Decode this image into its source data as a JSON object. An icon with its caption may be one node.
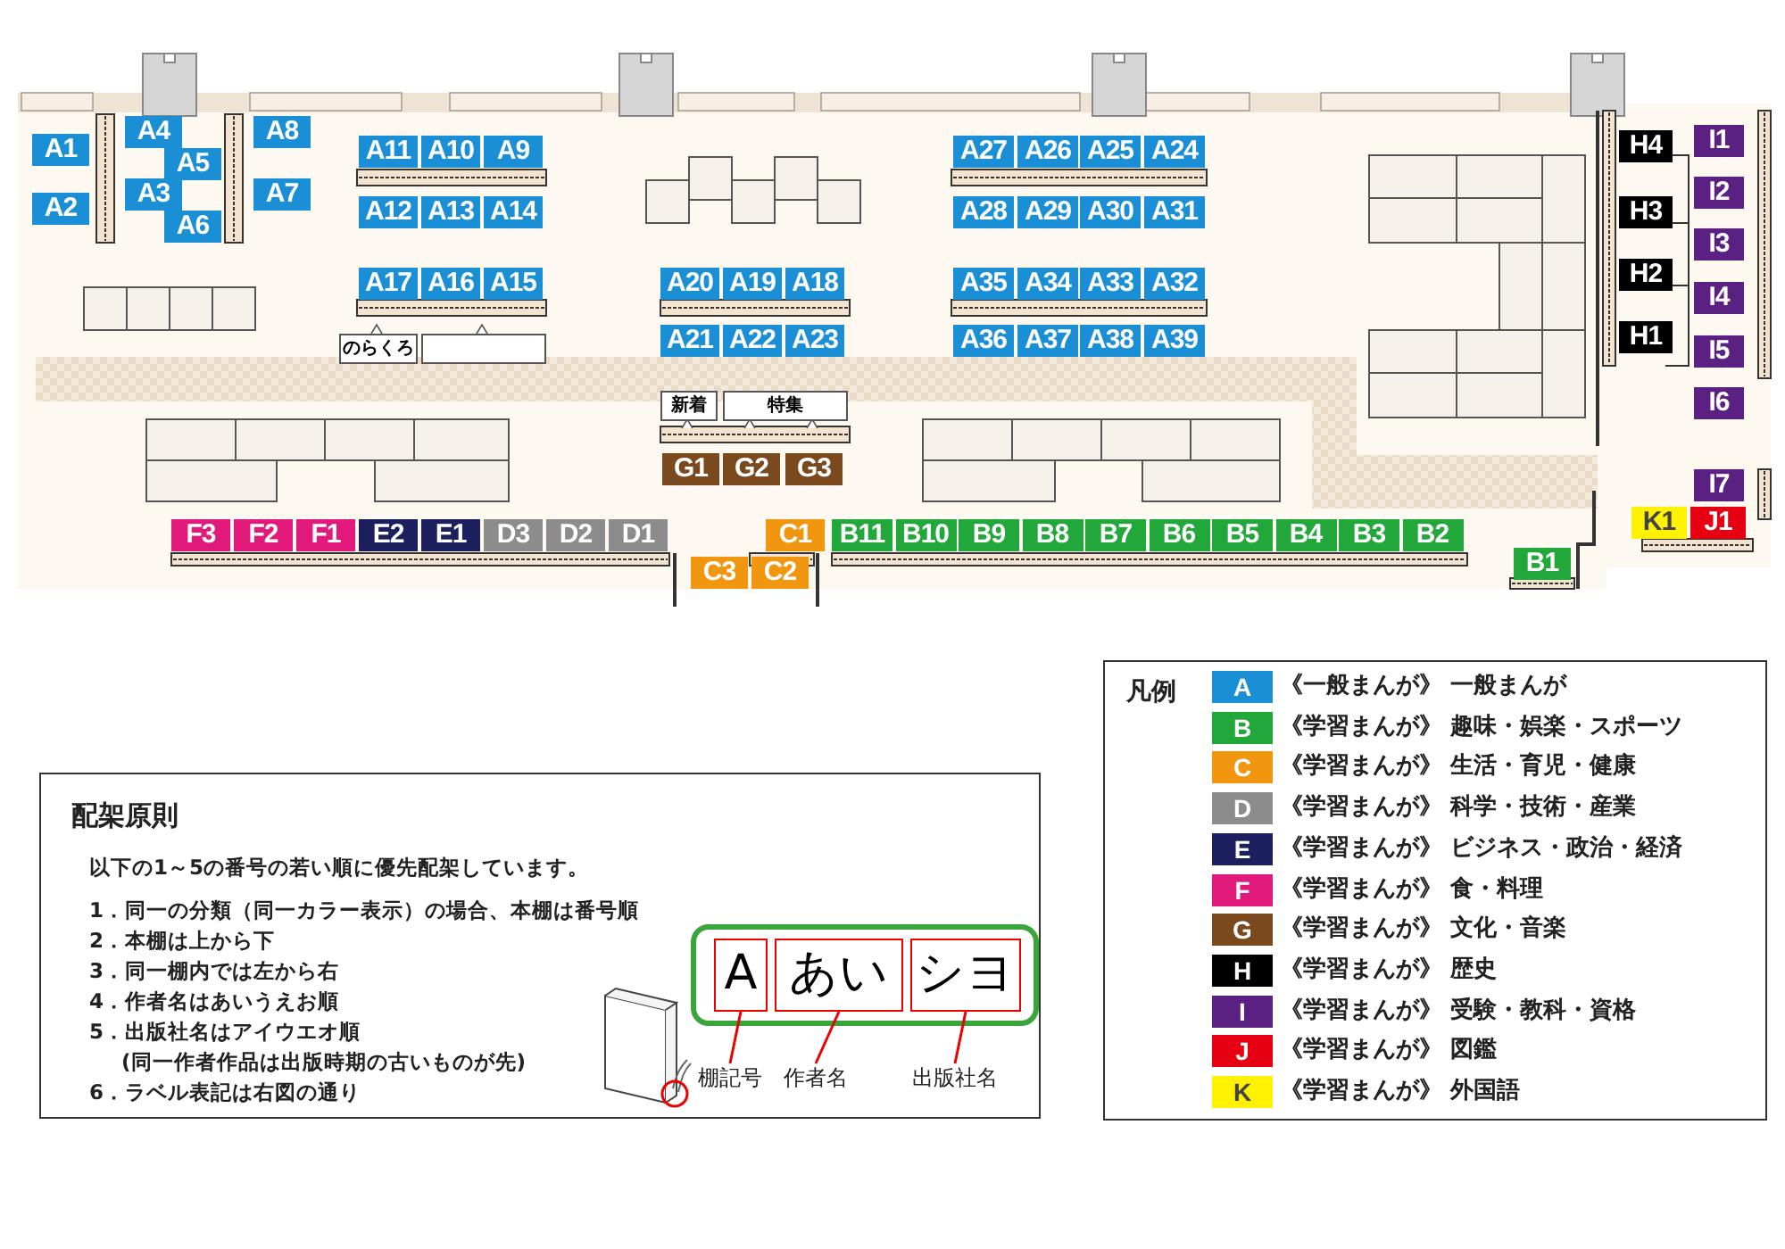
{
  "diagram": {
    "nodes": [
      {
        "text": [
          "A1"
        ]
      },
      {
        "text": [
          "A2"
        ]
      },
      {
        "text": [
          "A4"
        ]
      },
      {
        "text": [
          "A5"
        ]
      },
      {
        "text": [
          "A3"
        ]
      },
      {
        "text": [
          "A6"
        ]
      },
      {
        "text": [
          "A8"
        ]
      },
      {
        "text": [
          "A7"
        ]
      },
      {
        "text": [
          "A11"
        ]
      },
      {
        "text": [
          "A10"
        ]
      },
      {
        "text": [
          "A9"
        ]
      },
      {
        "text": [
          "A12"
        ]
      },
      {
        "text": [
          "A13"
        ]
      },
      {
        "text": [
          "A14"
        ]
      },
      {
        "text": [
          "A17"
        ]
      },
      {
        "text": [
          "A16"
        ]
      },
      {
        "text": [
          "A15"
        ]
      },
      {
        "text": [
          "のらくろ"
        ]
      },
      {
        "text": [],
        "shape": "box"
      },
      {
        "text": [
          "A27"
        ]
      },
      {
        "text": [
          "A26"
        ]
      },
      {
        "text": [
          "A25"
        ]
      },
      {
        "text": [
          "A24"
        ]
      },
      {
        "text": [
          "A28"
        ]
      },
      {
        "text": [
          "A29"
        ]
      },
      {
        "text": [
          "A30"
        ]
      },
      {
        "text": [
          "A31"
        ]
      },
      {
        "text": [
          "A20"
        ]
      },
      {
        "text": [
          "A19"
        ]
      },
      {
        "text": [
          "A18"
        ]
      },
      {
        "text": [
          "A21"
        ]
      },
      {
        "text": [
          "A22"
        ]
      },
      {
        "text": [
          "A23"
        ]
      },
      {
        "text": [
          "A35"
        ]
      },
      {
        "text": [
          "A34"
        ]
      },
      {
        "text": [
          "A33"
        ]
      },
      {
        "text": [
          "A32"
        ]
      },
      {
        "text": [
          "A36"
        ]
      },
      {
        "text": [
          "A37"
        ]
      },
      {
        "text": [
          "A38"
        ]
      },
      {
        "text": [
          "A39"
        ]
      },
      {
        "text": [
          "H4"
        ]
      },
      {
        "text": [
          "I1"
        ]
      },
      {
        "text": [
          "I2"
        ]
      },
      {
        "text": [
          "H3"
        ]
      },
      {
        "text": [
          "I3"
        ]
      },
      {
        "text": [
          "H2"
        ]
      },
      {
        "text": [
          "I4"
        ]
      },
      {
        "text": [
          "H1"
        ]
      },
      {
        "text": [
          "I5"
        ]
      },
      {
        "text": [
          "I6"
        ]
      },
      {
        "text": [
          "新着"
        ]
      },
      {
        "text": [
          "特集"
        ]
      },
      {
        "text": [
          "G1"
        ]
      },
      {
        "text": [
          "G2"
        ]
      },
      {
        "text": [
          "G3"
        ]
      },
      {
        "text": [
          "I7"
        ]
      },
      {
        "text": [
          "K1"
        ]
      },
      {
        "text": [
          "J1"
        ]
      },
      {
        "text": [
          "F3"
        ]
      },
      {
        "text": [
          "F2"
        ]
      },
      {
        "text": [
          "F1"
        ]
      },
      {
        "text": [
          "E2"
        ]
      },
      {
        "text": [
          "E1"
        ]
      },
      {
        "text": [
          "D3"
        ]
      },
      {
        "text": [
          "D2"
        ]
      },
      {
        "text": [
          "D1"
        ]
      },
      {
        "text": [
          "C1"
        ]
      },
      {
        "text": [
          "B11"
        ]
      },
      {
        "text": [
          "B10"
        ]
      },
      {
        "text": [
          "B9"
        ]
      },
      {
        "text": [
          "B8"
        ]
      },
      {
        "text": [
          "B7"
        ]
      },
      {
        "text": [
          "B6"
        ]
      },
      {
        "text": [
          "B5"
        ]
      },
      {
        "text": [
          "B4"
        ]
      },
      {
        "text": [
          "B3"
        ]
      },
      {
        "text": [
          "B2"
        ]
      },
      {
        "text": [
          "C3"
        ]
      },
      {
        "text": [
          "C2"
        ]
      },
      {
        "text": [
          "B1"
        ]
      },
      {
        "text": [
          "配架原則",
          "以下の1～5の番号の若い順に優先配架しています。",
          "1．同一の分類（同一カラー表示）の場合、本棚は番号順",
          "2．本棚は上から下",
          "3．同一棚内では左から右",
          "4．作者名はあいうえお順",
          "5．出版社名はアイウエオ順 (同一作者作品は出版時期の古いものが先)",
          "6．ラベル表記は右図の通り"
        ]
      },
      {
        "text": [],
        "shape": "box",
        "in": 81
      },
      {
        "text": [
          "A"
        ],
        "in": 82
      },
      {
        "text": [
          "あい"
        ],
        "in": 82
      },
      {
        "text": [
          "シヨ"
        ],
        "in": 82
      },
      {
        "text": [
          "棚記号"
        ],
        "in": 81
      },
      {
        "text": [
          "作者名"
        ],
        "in": 81
      },
      {
        "text": [
          "出版社名"
        ],
        "in": 81
      }
    ],
    "edges": [
      {
        "from": 86,
        "to": 83,
        "arrow": "none"
      },
      {
        "from": 87,
        "to": 84,
        "arrow": "none"
      },
      {
        "from": 88,
        "to": 85,
        "arrow": "none"
      }
    ],
    "labels": [
      "凡例",
      "A",
      "B",
      "C",
      "D",
      "E",
      "F",
      "G",
      "H",
      "I",
      "J",
      "K"
    ],
    "legend": [
      {
        "text": "《一般まんが》 一般まんが",
        "color": "#1a8fd6"
      },
      {
        "text": "《学習まんが》 趣味・娯楽・スポーツ",
        "color": "#22a83a"
      },
      {
        "text": "《学習まんが》 生活・育児・健康",
        "color": "#f0960f"
      },
      {
        "text": "《学習まんが》 科学・技術・産業",
        "color": "#8c8c8c"
      },
      {
        "text": "《学習まんが》 ビジネス・政治・経済",
        "color": "#1c1f5e"
      },
      {
        "text": "《学習まんが》 食・料理",
        "color": "#e0197a"
      },
      {
        "text": "《学習まんが》 文化・音楽",
        "color": "#7a4a1e"
      },
      {
        "text": "《学習まんが》 歴史",
        "color": "#000000"
      },
      {
        "text": "《学習まんが》 受験・教科・資格",
        "color": "#5a2182"
      },
      {
        "text": "《学習まんが》 図鑑",
        "color": "#e60012"
      },
      {
        "text": "《学習まんが》 外国語",
        "color": "#fff200"
      }
    ]
  }
}
